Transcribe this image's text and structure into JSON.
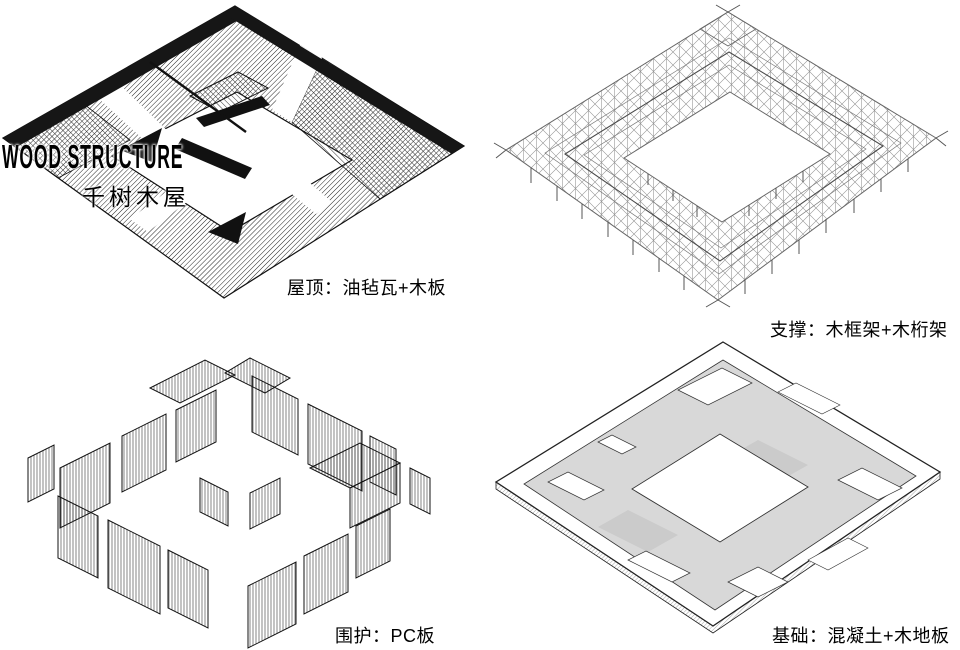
{
  "title": "WOOD STRUCTURE",
  "subtitle": "千树木屋",
  "panels": {
    "roof": {
      "caption": "屋顶：油毡瓦+木板"
    },
    "structure": {
      "caption": "支撑：木框架+木桁架"
    },
    "enclosure": {
      "caption": "围护：PC板"
    },
    "foundation": {
      "caption": "基础：混凝土+木地板"
    }
  },
  "colors": {
    "ink": "#111111",
    "roof_hatch": "#222222",
    "frame_line": "#6b6b6b",
    "slab_gray": "#d8d8d8",
    "background": "#ffffff"
  }
}
